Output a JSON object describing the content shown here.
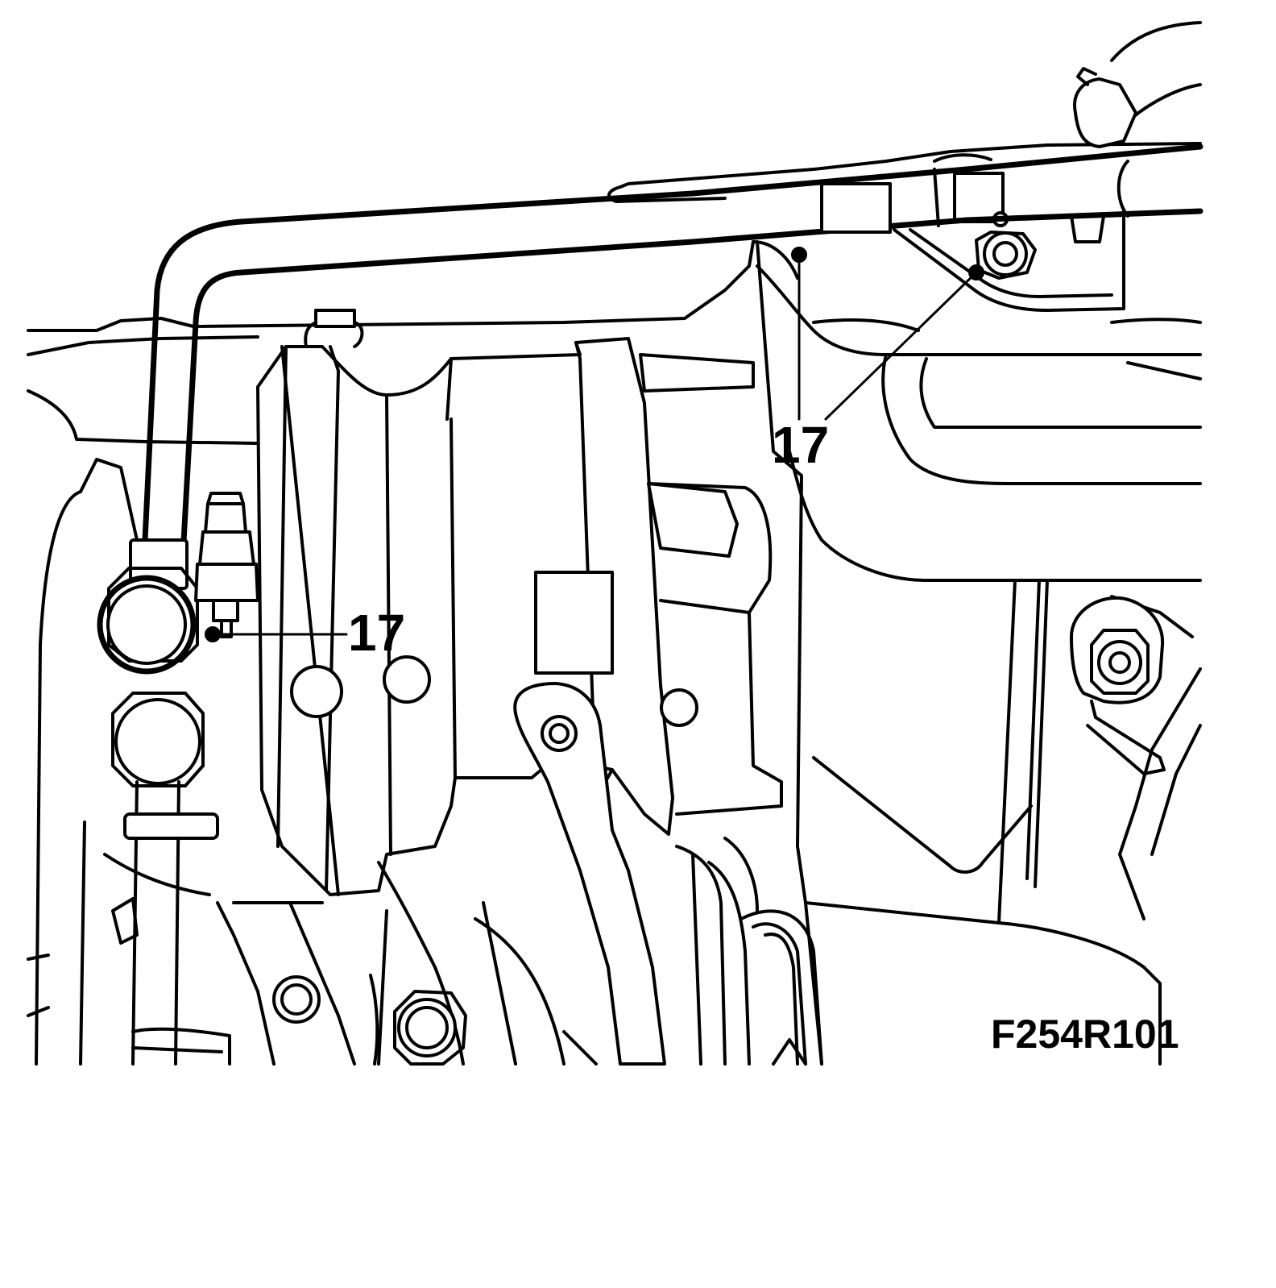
{
  "callouts": [
    {
      "id": "callout-a",
      "label": "17"
    },
    {
      "id": "callout-b",
      "label": "17"
    }
  ],
  "figure_code": "F254R101",
  "colors": {
    "line": "#000000",
    "background": "#ffffff"
  }
}
